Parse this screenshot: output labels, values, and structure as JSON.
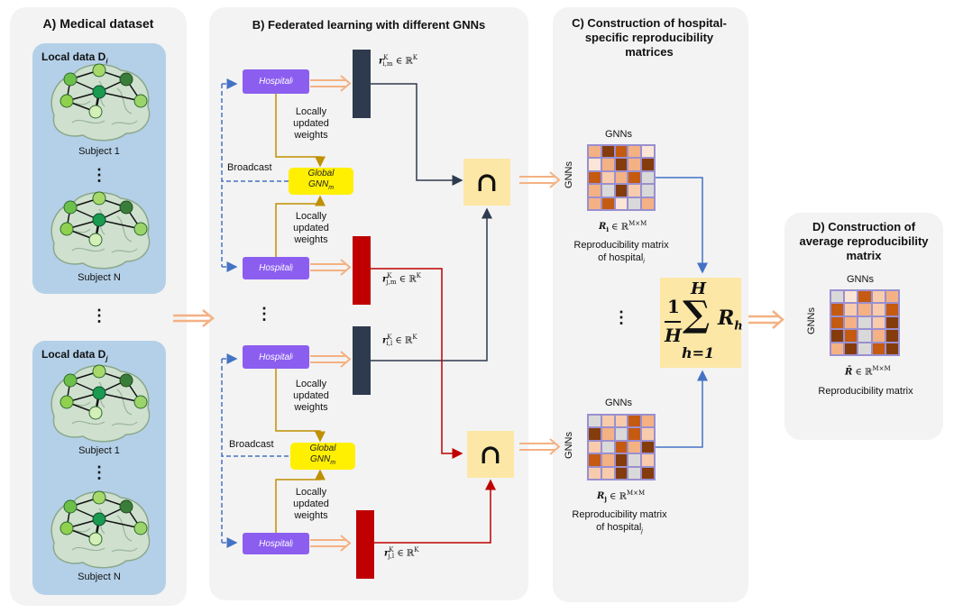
{
  "panels": {
    "a_title": "A) Medical dataset",
    "b_title": "B) Federated learning with different GNNs",
    "c_title": "C) Construction of hospital-specific reproducibility matrices",
    "d_title": "D) Construction of average reproducibility matrix"
  },
  "panel_a": {
    "local_i": "Local data D",
    "local_i_sub": "i",
    "local_j": "Local data D",
    "local_j_sub": "j",
    "subject_1": "Subject 1",
    "subject_n": "Subject N",
    "vdots": "⋮"
  },
  "panel_b": {
    "hospital_label": "Hospital",
    "hospital_i_sub": "i",
    "hospital_j_sub": "j",
    "global_line1": "Global",
    "global_line2": "GNN",
    "global_sub": "m",
    "locally_updated_weights": "Locally updated weights",
    "broadcast": "Broadcast",
    "emb_i_m": "r",
    "emb_i_m_sup": "K",
    "emb_i_m_sub": "i,m",
    "emb_j_m_sub": "j,m",
    "emb_i_l_sub": "i,l",
    "emb_j_l_sub": "j,l",
    "emb_space": "∈ ℝ",
    "intersection": "∩",
    "vdots": "⋮"
  },
  "panel_c": {
    "gnns": "GNNs",
    "r_i": "R",
    "r_i_sub": "i",
    "r_j_sub": "j",
    "space": "∈ ℝ",
    "space_sup": "M×M",
    "caption_line1": "Reproducibility matrix",
    "caption_line2_prefix": "of hospital",
    "vdots": "⋮"
  },
  "formula": {
    "num": "1",
    "den": "H",
    "sum_top": "H",
    "sum": "∑",
    "sum_bottom": "h=1",
    "term": "R",
    "term_sub": "h"
  },
  "panel_d": {
    "gnns": "GNNs",
    "rbar": "R̄",
    "space": "∈ ℝ",
    "space_sup": "M×M",
    "caption": "Reproducibility matrix"
  },
  "colors": {
    "panel_bg": "#f3f3f3",
    "local_bg": "#b4d0e8",
    "hospital": "#8c5ef0",
    "global": "#ffef00",
    "dark_embedding": "#2e3b4e",
    "red_embedding": "#c00000",
    "intersection_bg": "#fde7a6",
    "arrow_orange": "#f4b183",
    "arrow_gold": "#bf9000",
    "arrow_blue": "#4472c4",
    "arrow_red": "#c00000"
  },
  "matrices": {
    "palette": [
      "#d9d9d9",
      "#f4b183",
      "#c55a11",
      "#843c0c",
      "#fbe5d6",
      "#f8cbad"
    ],
    "R_i": [
      [
        1,
        3,
        2,
        1,
        4
      ],
      [
        4,
        1,
        3,
        1,
        3
      ],
      [
        2,
        5,
        1,
        2,
        0
      ],
      [
        1,
        0,
        3,
        5,
        0
      ],
      [
        1,
        2,
        4,
        0,
        1
      ]
    ],
    "R_j": [
      [
        0,
        5,
        5,
        2,
        1
      ],
      [
        3,
        1,
        0,
        2,
        5
      ],
      [
        5,
        0,
        2,
        1,
        3
      ],
      [
        2,
        1,
        3,
        0,
        5
      ],
      [
        5,
        5,
        3,
        0,
        3
      ]
    ],
    "R_bar": [
      [
        0,
        4,
        2,
        5,
        1
      ],
      [
        2,
        5,
        1,
        5,
        2
      ],
      [
        2,
        1,
        0,
        5,
        3
      ],
      [
        3,
        2,
        0,
        1,
        3
      ],
      [
        1,
        3,
        0,
        2,
        3
      ]
    ]
  }
}
